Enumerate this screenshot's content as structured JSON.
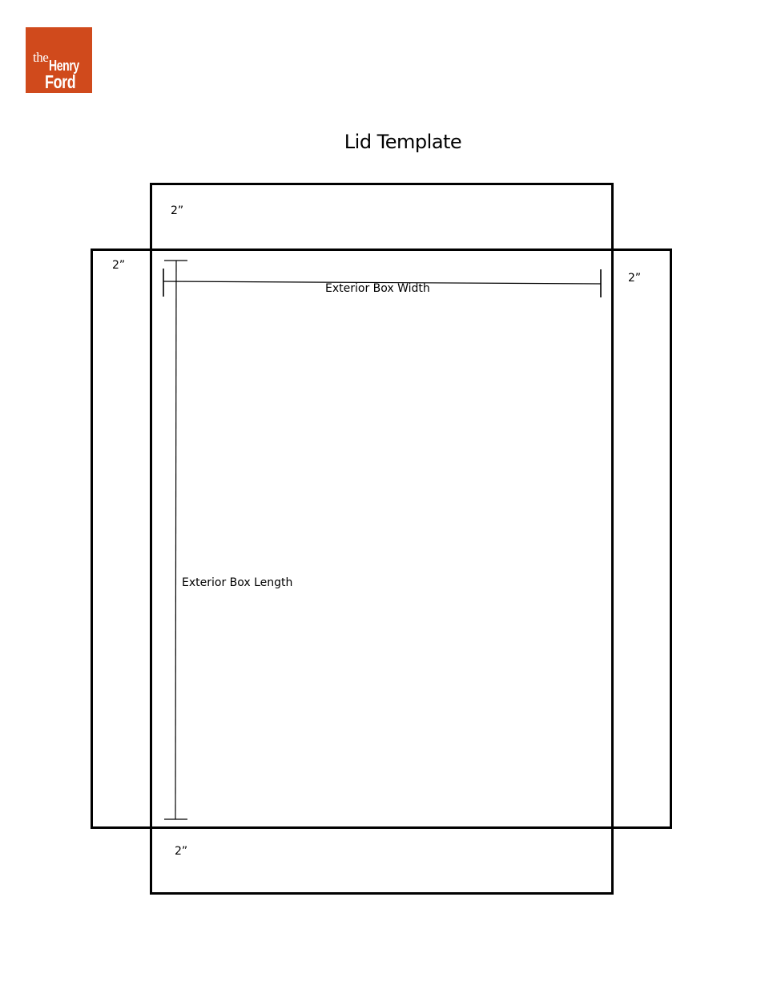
{
  "logo": {
    "line1": "the",
    "line2": "Henry",
    "line3": "Ford",
    "color": "#d04a1c"
  },
  "title": "Lid Template",
  "flaps": {
    "top": "2”",
    "left": "2”",
    "right": "2”",
    "bottom": "2”"
  },
  "dimensions": {
    "width_label": "Exterior Box Width",
    "length_label": "Exterior Box Length"
  }
}
